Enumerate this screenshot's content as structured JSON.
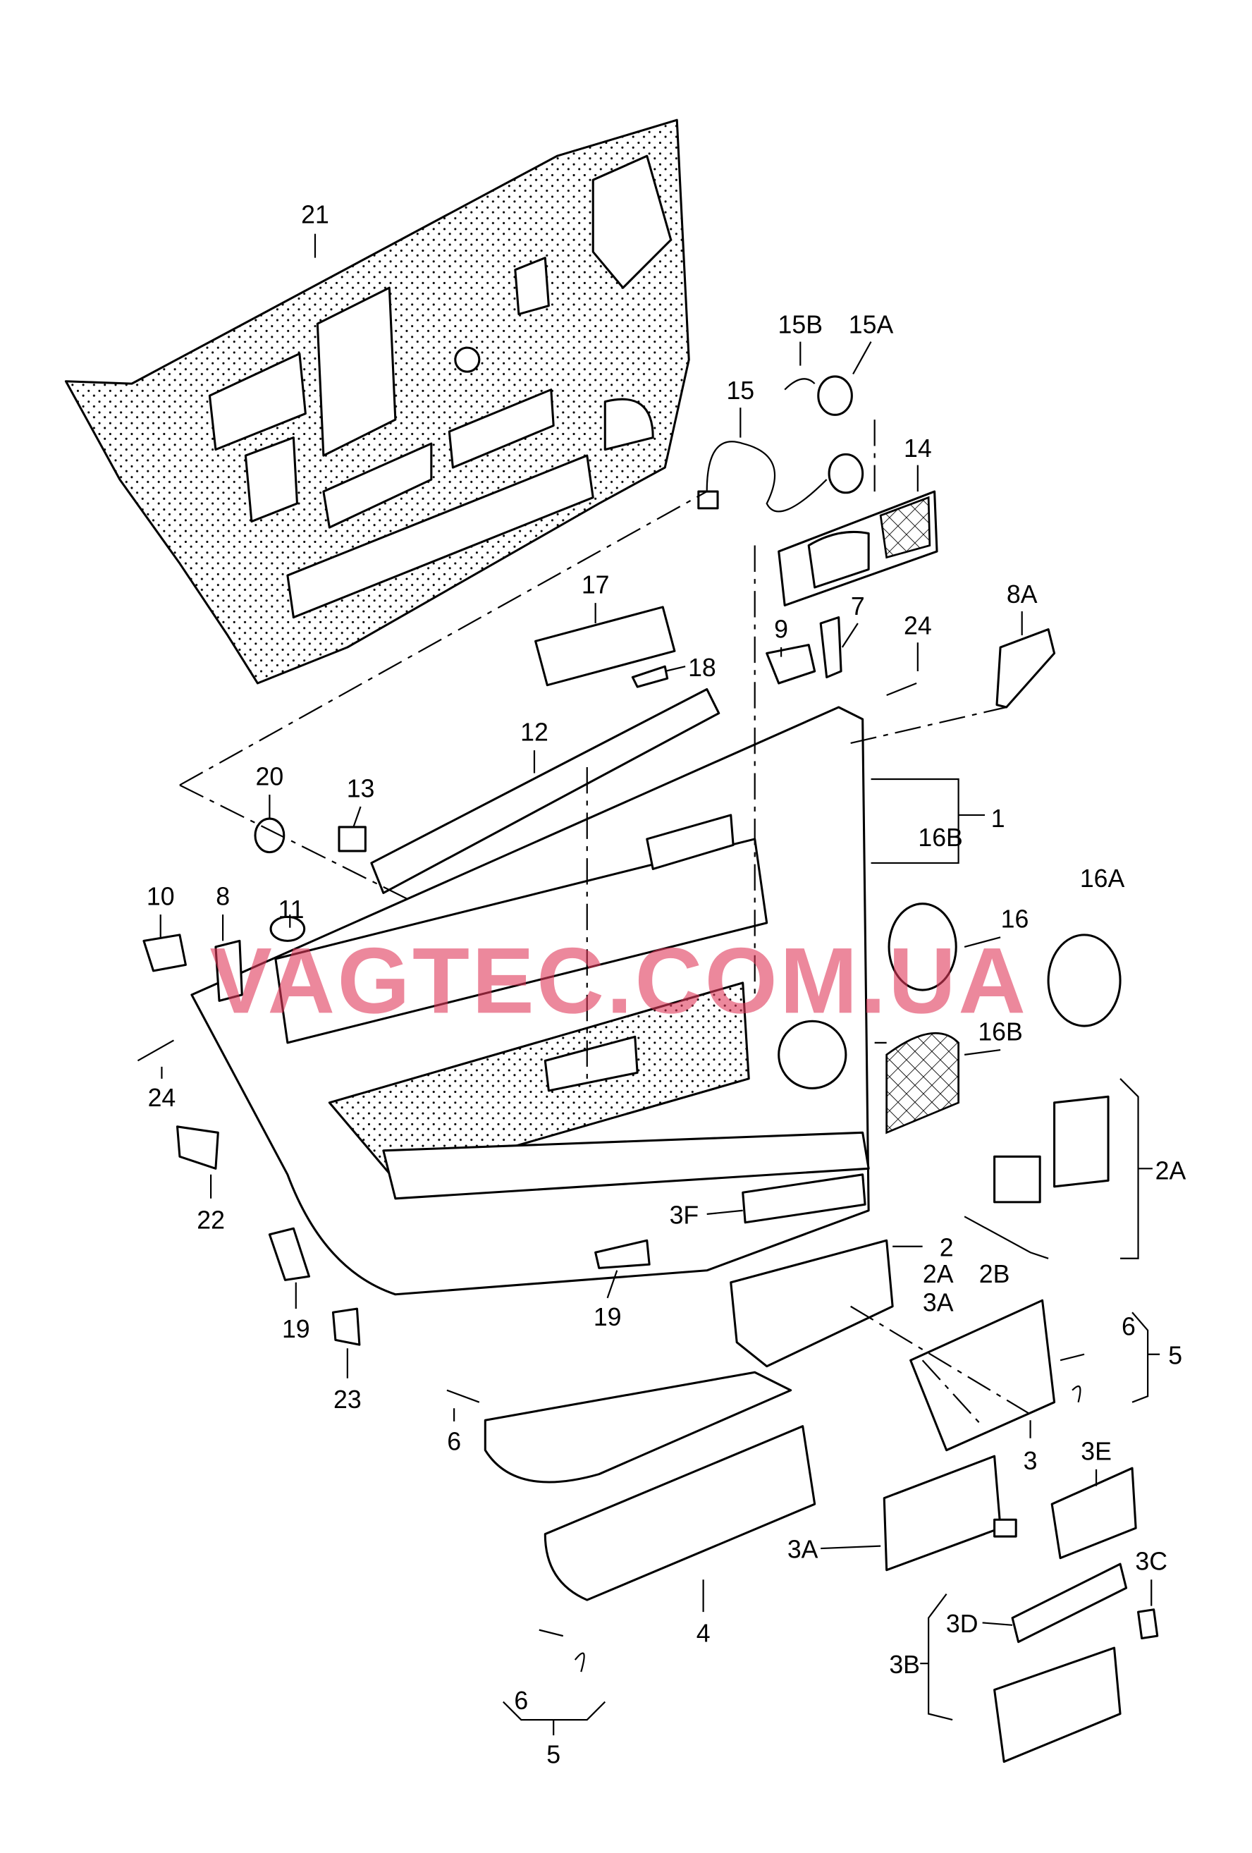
{
  "watermark": "VAGTEC.COM.UA",
  "callouts": [
    "21",
    "15B",
    "15A",
    "15",
    "14",
    "17",
    "8A",
    "7",
    "24",
    "9",
    "18",
    "12",
    "20",
    "13",
    "1",
    "16B",
    "16A",
    "10",
    "8",
    "11",
    "16",
    "16B",
    "24",
    "2A",
    "22",
    "3F",
    "2",
    "2A",
    "2B",
    "3A",
    "19",
    "19",
    "6",
    "5",
    "23",
    "6",
    "3",
    "3E",
    "3A",
    "3C",
    "4",
    "3D",
    "3B",
    "6",
    "5"
  ],
  "colors": {
    "line": "#000000",
    "watermark": "#e0395a"
  }
}
